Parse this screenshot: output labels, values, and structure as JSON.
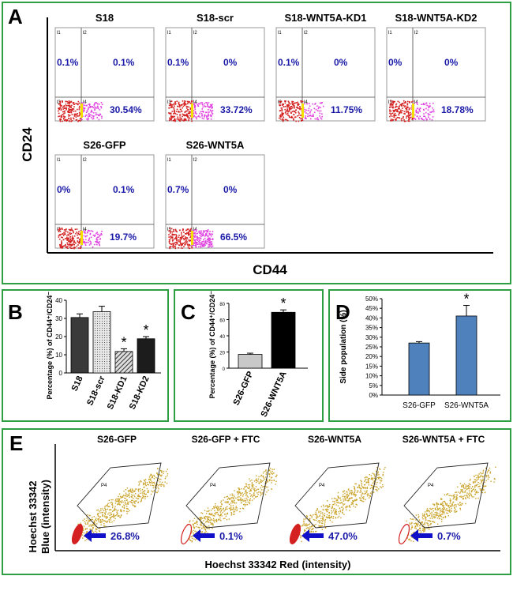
{
  "panel_letters": {
    "a": "A",
    "b": "B",
    "c": "C",
    "d": "D",
    "e": "E"
  },
  "panelA": {
    "ylabel": "CD24",
    "xlabel": "CD44",
    "plots": [
      {
        "title": "S18",
        "q1": "0.1%",
        "q2": "0.1%",
        "q4": "30.54%"
      },
      {
        "title": "S18-scr",
        "q1": "0.1%",
        "q2": "0%",
        "q4": "33.72%"
      },
      {
        "title": "S18-WNT5A-KD1",
        "q1": "0.1%",
        "q2": "0%",
        "q4": "11.75%"
      },
      {
        "title": "S18-WNT5A-KD2",
        "q1": "0%",
        "q2": "0%",
        "q4": "18.78%"
      },
      {
        "title": "S26-GFP",
        "q1": "0%",
        "q2": "0.1%",
        "q4": "19.7%"
      },
      {
        "title": "S26-WNT5A",
        "q1": "0.7%",
        "q2": "0%",
        "q4": "66.5%"
      }
    ],
    "quadrant_ids": [
      "l1",
      "l2",
      "l3",
      "l4"
    ]
  },
  "chart_data": [
    {
      "panel": "B",
      "type": "bar",
      "categories": [
        "S18",
        "S18-scr",
        "S18-KD1",
        "S18-KD2"
      ],
      "values": [
        30.5,
        33.7,
        11.8,
        18.8
      ],
      "errors": [
        2,
        3,
        1.5,
        1.2
      ],
      "significant": [
        false,
        false,
        true,
        true
      ],
      "ylabel": "Percentage (%) of CD44⁺/CD24⁻ cells",
      "ylim": [
        0,
        40
      ],
      "yticks": [
        "0",
        "10",
        "20",
        "30",
        "40"
      ],
      "fills": [
        "#3a3a3a",
        "#d4d4d4",
        "#777777",
        "#1c1c1c"
      ]
    },
    {
      "panel": "C",
      "type": "bar",
      "categories": [
        "S26-GFP",
        "S26-WNT5A"
      ],
      "values": [
        17,
        69
      ],
      "errors": [
        1.5,
        3
      ],
      "significant": [
        false,
        true
      ],
      "ylabel": "Percentage (%) of CD44⁺/CD24⁻ cells",
      "ylim": [
        0,
        80
      ],
      "yticks": [
        "0",
        "20",
        "40",
        "60",
        "80"
      ],
      "fills": [
        "#c8c8c8",
        "#000000"
      ]
    },
    {
      "panel": "D",
      "type": "bar",
      "categories": [
        "S26-GFP",
        "S26-WNT5A"
      ],
      "values": [
        27,
        41
      ],
      "errors": [
        0.7,
        5.5
      ],
      "significant": [
        false,
        true
      ],
      "ylabel": "Side population (%)",
      "ylim": [
        0,
        50
      ],
      "yticks": [
        "0%",
        "5%",
        "10%",
        "15%",
        "20%",
        "25%",
        "30%",
        "35%",
        "40%",
        "45%",
        "50%"
      ],
      "fills": [
        "#4f81bd",
        "#4f81bd"
      ]
    }
  ],
  "panelE": {
    "ylabel_line1": "Hoechst 33342",
    "ylabel_line2": "Blue (intensity)",
    "xlabel": "Hoechst 33342 Red (intensity)",
    "gate": "P4",
    "plots": [
      {
        "title": "S26-GFP",
        "value": "26.8%"
      },
      {
        "title": "S26-GFP + FTC",
        "value": "0.1%"
      },
      {
        "title": "S26-WNT5A",
        "value": "47.0%"
      },
      {
        "title": "S26-WNT5A + FTC",
        "value": "0.7%"
      }
    ]
  },
  "colors": {
    "frame": "#2ea043",
    "percent": "#1a1aa8",
    "arrow": "#1010c8",
    "dots_red": "#d42020",
    "dots_pink": "#e040e0",
    "dots_gold": "#c9a227",
    "star": "#000000"
  }
}
